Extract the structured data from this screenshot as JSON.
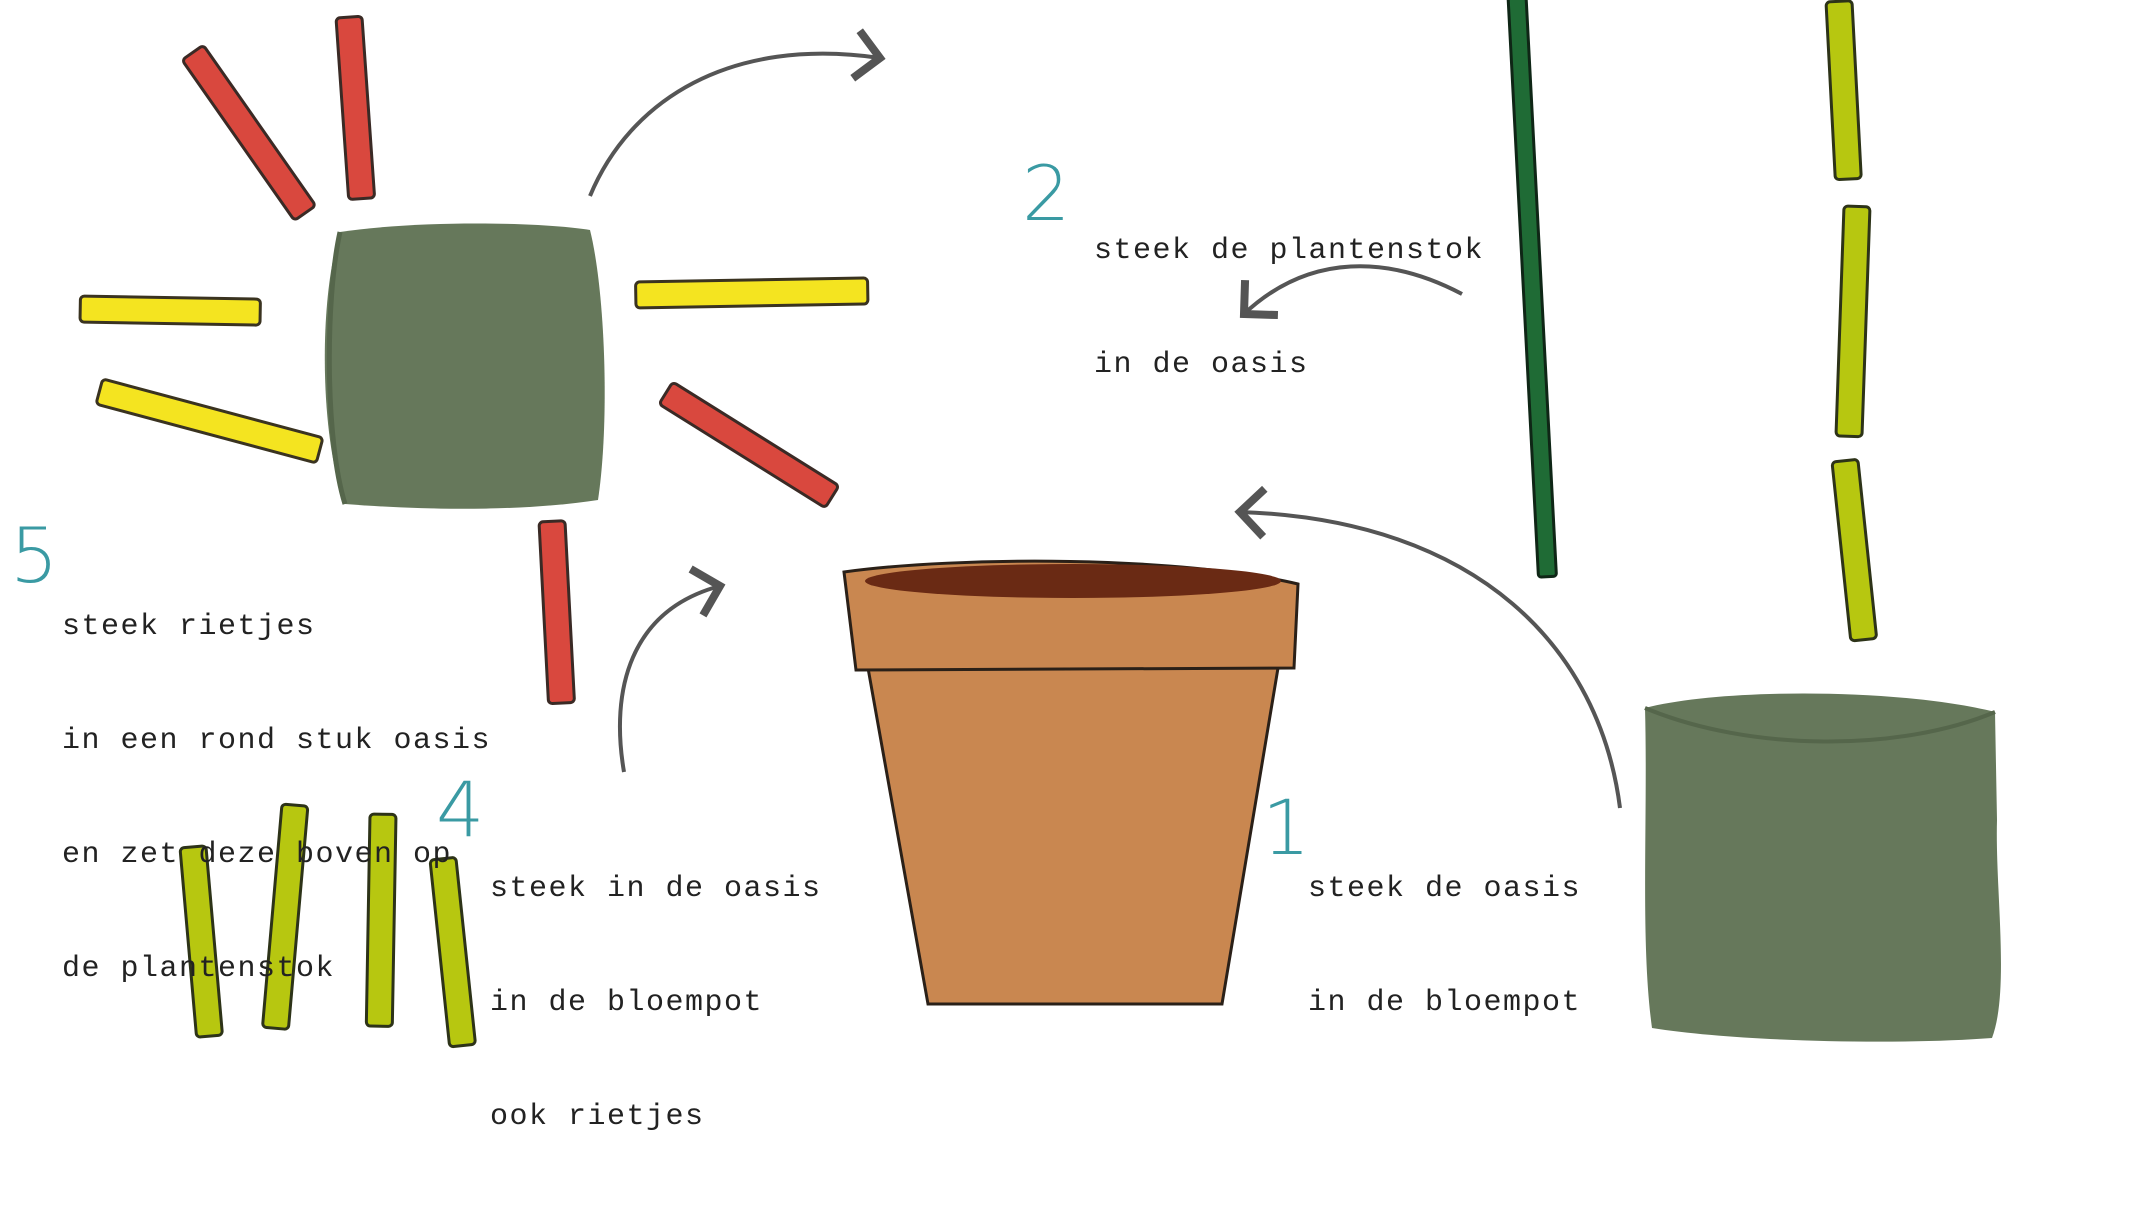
{
  "colors": {
    "oasis": "#66785b",
    "pot": "#c98750",
    "pot_inner": "#6a2a14",
    "straw_red": "#d9483e",
    "straw_yellow": "#f4e420",
    "straw_lime": "#b7c710",
    "stick_green": "#1f6b35",
    "arrow": "#555555",
    "step_number": "#3a9aa3",
    "text": "#222222"
  },
  "steps": [
    {
      "number": "1",
      "lines": [
        "steek de oasis",
        "in de bloempot"
      ]
    },
    {
      "number": "2",
      "lines": [
        "steek de plantenstok",
        "in de oasis"
      ]
    },
    {
      "number": "4",
      "lines": [
        "steek in de oasis",
        "in de bloempot",
        "ook rietjes"
      ]
    },
    {
      "number": "5",
      "lines": [
        "steek rietjes",
        "in een rond stuk oasis",
        "en zet deze boven op",
        "de plantenstok"
      ]
    }
  ]
}
